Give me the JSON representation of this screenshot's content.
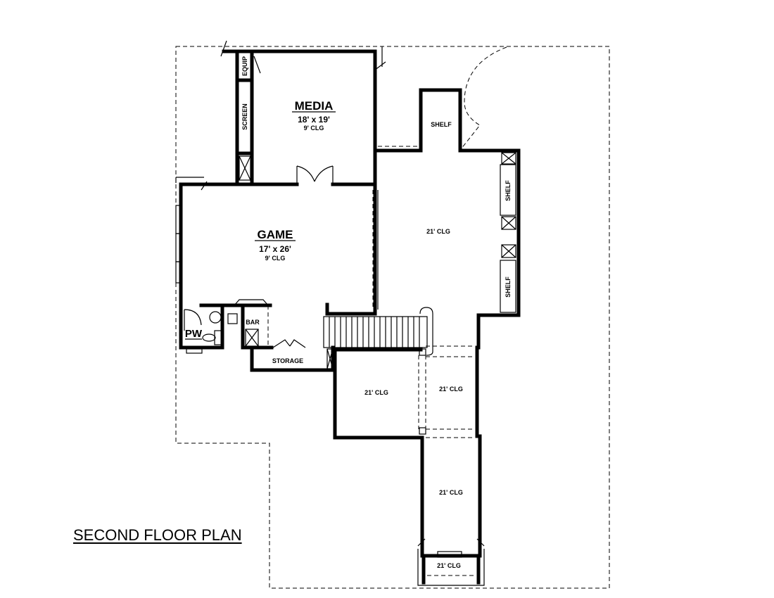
{
  "plan": {
    "title": "SECOND FLOOR PLAN",
    "line_color": "#000000",
    "background": "#ffffff"
  },
  "rooms": {
    "media": {
      "name": "MEDIA",
      "dims": "18' x 19'",
      "ceiling": "9' CLG"
    },
    "game": {
      "name": "GAME",
      "dims": "17' x 26'",
      "ceiling": "9' CLG"
    },
    "open_area": {
      "ceiling": "21' CLG"
    },
    "lower_left": {
      "ceiling": "21' CLG"
    },
    "lower_right": {
      "ceiling": "21' CLG"
    },
    "corridor": {
      "ceiling": "21' CLG"
    },
    "balcony": {
      "ceiling": "21' CLG"
    },
    "powder": {
      "name": "PW"
    },
    "bar": {
      "name": "BAR"
    },
    "storage": {
      "name": "STORAGE"
    }
  },
  "fixtures": {
    "equip": "EQUIP",
    "screen": "SCREEN",
    "shelf_top": "SHELF",
    "shelf_right_upper": "SHELF",
    "shelf_right_lower": "SHELF"
  }
}
